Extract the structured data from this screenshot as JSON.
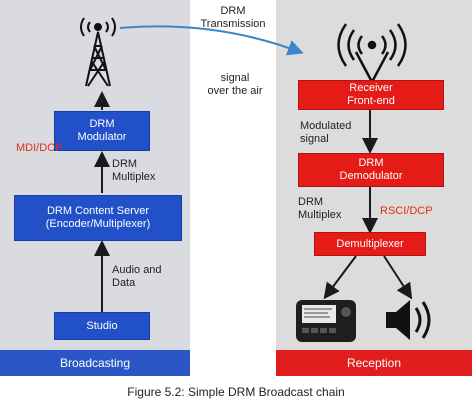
{
  "left": {
    "footer": "Broadcasting",
    "modulator": [
      "DRM",
      "Modulator"
    ],
    "content_server": [
      "DRM Content Server",
      "(Encoder/Multiplexer)"
    ],
    "studio": "Studio",
    "mdi_dcp": "MDI/DCP",
    "drm_multiplex": [
      "DRM",
      "Multiplex"
    ],
    "audio_data": [
      "Audio and",
      "Data"
    ]
  },
  "middle": {
    "drm_transmission": [
      "DRM",
      "Transmission"
    ],
    "signal_air": [
      "signal",
      "over the air"
    ]
  },
  "right": {
    "footer": "Reception",
    "receiver": [
      "Receiver",
      "Front-end"
    ],
    "demodulator": [
      "DRM",
      "Demodulator"
    ],
    "demultiplexer": "Demultiplexer",
    "modulated_signal": [
      "Modulated",
      "signal"
    ],
    "drm_multiplex": [
      "DRM",
      "Multiplex"
    ],
    "rsci_dcp": "RSCI/DCP"
  },
  "caption": "Figure 5.2: Simple DRM Broadcast chain",
  "colors": {
    "blue": "#2150c9",
    "red": "#e41b17",
    "arrow_cyan": "#3a86c7"
  }
}
